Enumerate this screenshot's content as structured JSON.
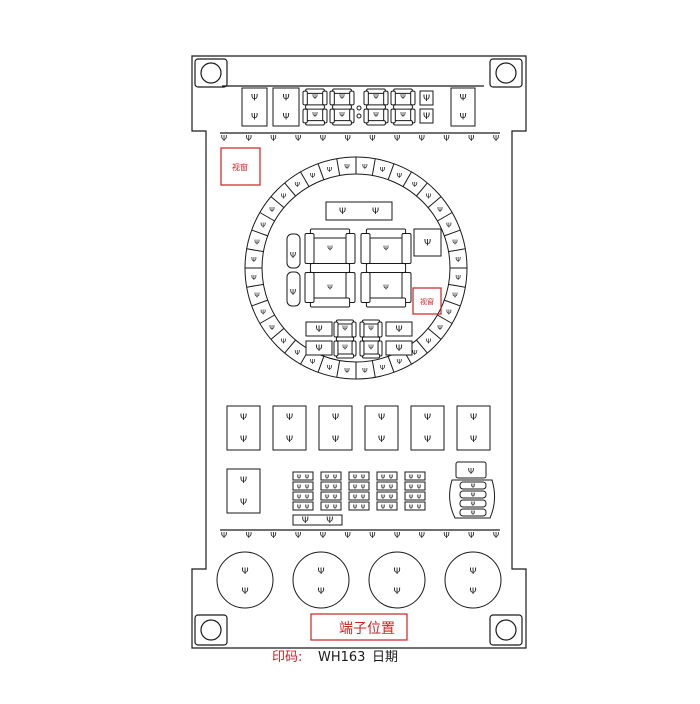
{
  "diagram": {
    "mark_text": "Ψ",
    "callout_top_left": "视窗",
    "callout_right": "视窗",
    "terminal_label": "端子位置",
    "print_code_label": "印码:",
    "print_code_value": "WH163",
    "print_code_date": "日期"
  },
  "colors": {
    "line": "#1a1a1a",
    "accent_red": "#cc2222",
    "background": "#ffffff"
  }
}
